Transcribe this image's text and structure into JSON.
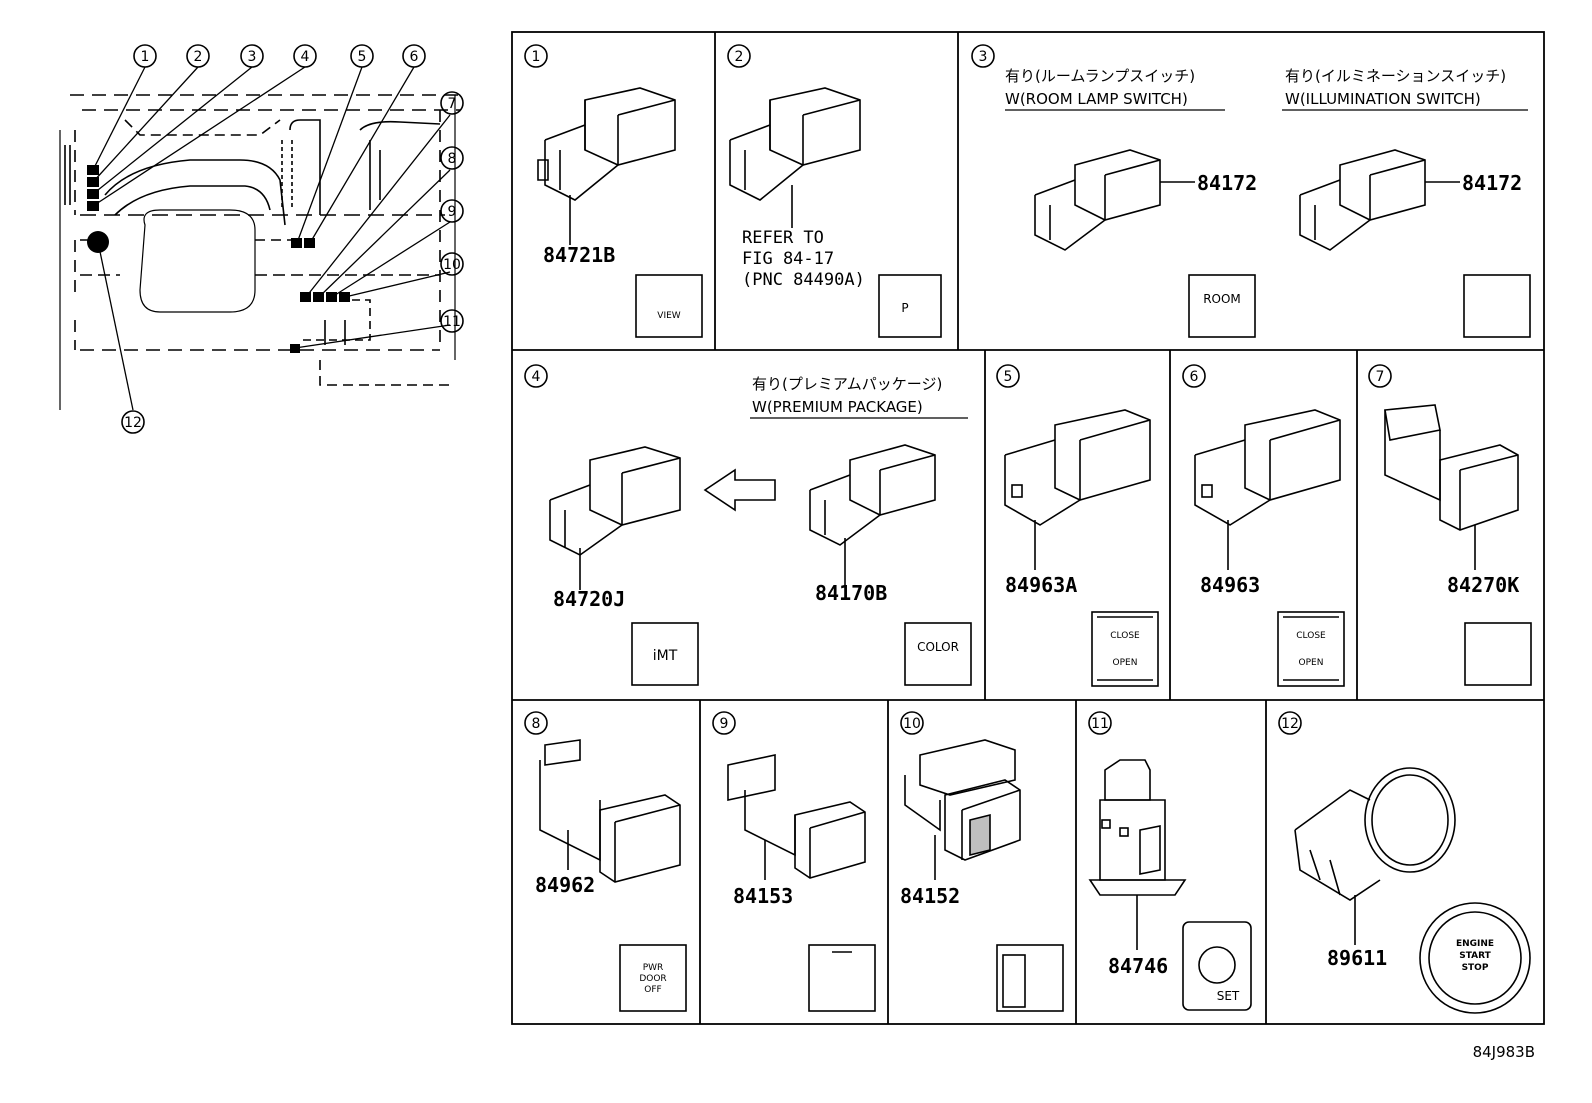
{
  "locator": {
    "callouts": [
      "1",
      "2",
      "3",
      "4",
      "5",
      "6",
      "7",
      "8",
      "9",
      "10",
      "11",
      "12"
    ]
  },
  "panels": [
    {
      "num": "1",
      "part": "84721B",
      "icon_text": "VIEW"
    },
    {
      "num": "2",
      "note": [
        "REFER TO",
        "FIG 84-17",
        "(PNC 84490A)"
      ],
      "icon_text": "P"
    },
    {
      "num": "3",
      "variants": [
        {
          "jp": "有り(ルームランプスイッチ)",
          "en": "W(ROOM LAMP SWITCH)",
          "part": "84172",
          "icon_text": "ROOM"
        },
        {
          "jp": "有り(イルミネーションスイッチ)",
          "en": "W(ILLUMINATION SWITCH)",
          "part": "84172",
          "icon_text": ""
        }
      ]
    },
    {
      "num": "4",
      "parts": [
        "84720J",
        "84170B"
      ],
      "jp": "有り(プレミアムパッケージ)",
      "en": "W(PREMIUM PACKAGE)",
      "icon_texts": [
        "iMT",
        "COLOR"
      ]
    },
    {
      "num": "5",
      "part": "84963A",
      "icon_text": [
        "CLOSE",
        "OPEN"
      ]
    },
    {
      "num": "6",
      "part": "84963",
      "icon_text": [
        "CLOSE",
        "OPEN"
      ]
    },
    {
      "num": "7",
      "part": "84270K",
      "icon_text": ""
    },
    {
      "num": "8",
      "part": "84962",
      "icon_text": [
        "PWR",
        "DOOR",
        "OFF"
      ]
    },
    {
      "num": "9",
      "part": "84153",
      "icon_text": ""
    },
    {
      "num": "10",
      "part": "84152",
      "icon_text": ""
    },
    {
      "num": "11",
      "part": "84746",
      "icon_text": "SET"
    },
    {
      "num": "12",
      "part": "89611",
      "icon_text": [
        "ENGINE",
        "START",
        "STOP"
      ]
    }
  ],
  "figure_code": "84J983B"
}
